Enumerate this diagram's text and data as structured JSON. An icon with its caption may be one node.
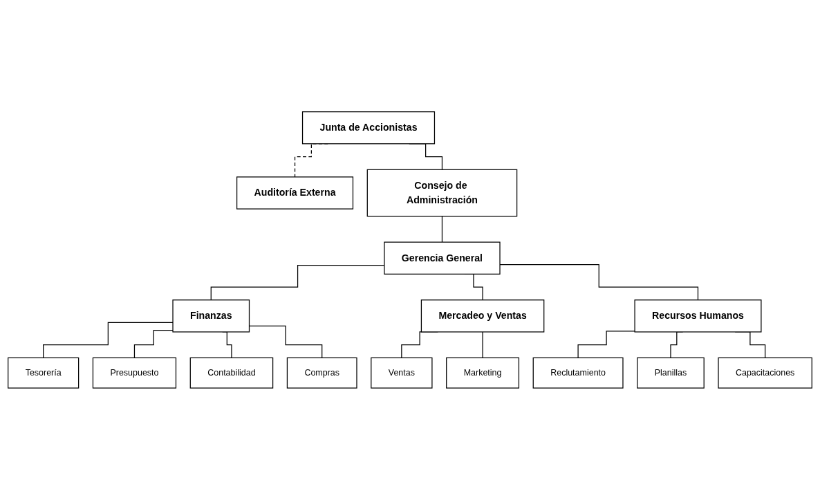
{
  "diagram": {
    "nodes": [
      {
        "text": [
          "Junta de Accionistas"
        ]
      },
      {
        "text": [
          "Auditoría Externa"
        ]
      },
      {
        "text": [
          "Consejo de Administración"
        ]
      },
      {
        "text": [
          "Gerencia General"
        ]
      },
      {
        "text": [
          "Finanzas"
        ]
      },
      {
        "text": [
          "Mercadeo y Ventas"
        ]
      },
      {
        "text": [
          "Recursos Humanos"
        ]
      },
      {
        "text": [
          "Tesorería"
        ]
      },
      {
        "text": [
          "Presupuesto"
        ]
      },
      {
        "text": [
          "Contabilidad"
        ]
      },
      {
        "text": [
          "Compras"
        ]
      },
      {
        "text": [
          "Ventas"
        ]
      },
      {
        "text": [
          "Marketing"
        ]
      },
      {
        "text": [
          "Reclutamiento"
        ]
      },
      {
        "text": [
          "Planillas"
        ]
      },
      {
        "text": [
          "Capacitaciones"
        ]
      }
    ],
    "edges": [
      {
        "from": 0,
        "to": 1,
        "arrow": "none",
        "style": "dashed"
      },
      {
        "from": 0,
        "to": 2,
        "arrow": "none"
      },
      {
        "from": 2,
        "to": 3,
        "arrow": "none"
      },
      {
        "from": 3,
        "to": 4,
        "arrow": "none"
      },
      {
        "from": 3,
        "to": 5,
        "arrow": "none"
      },
      {
        "from": 3,
        "to": 6,
        "arrow": "none"
      },
      {
        "from": 4,
        "to": 7,
        "arrow": "none"
      },
      {
        "from": 4,
        "to": 8,
        "arrow": "none"
      },
      {
        "from": 4,
        "to": 9,
        "arrow": "none"
      },
      {
        "from": 4,
        "to": 10,
        "arrow": "none"
      },
      {
        "from": 5,
        "to": 11,
        "arrow": "none"
      },
      {
        "from": 5,
        "to": 12,
        "arrow": "none"
      },
      {
        "from": 6,
        "to": 13,
        "arrow": "none"
      },
      {
        "from": 6,
        "to": 14,
        "arrow": "none"
      },
      {
        "from": 6,
        "to": 15,
        "arrow": "none"
      }
    ]
  }
}
